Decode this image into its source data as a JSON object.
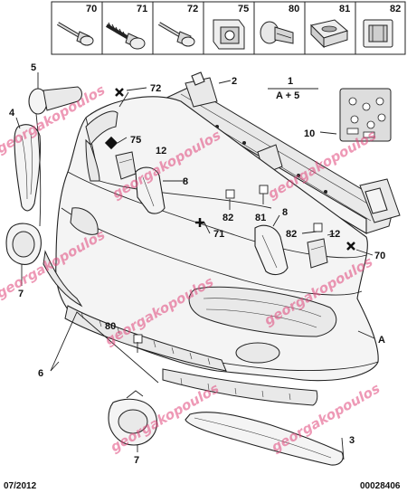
{
  "header_parts": [
    {
      "num": "70",
      "icon": "screw-icon"
    },
    {
      "num": "71",
      "icon": "self-tapping-screw-icon"
    },
    {
      "num": "72",
      "icon": "bolt-icon"
    },
    {
      "num": "75",
      "icon": "clip-nut-icon"
    },
    {
      "num": "80",
      "icon": "push-rivet-icon"
    },
    {
      "num": "81",
      "icon": "grommet-icon"
    },
    {
      "num": "82",
      "icon": "clip-icon"
    }
  ],
  "callouts": {
    "c1": "1",
    "c1_formula": "A + 5",
    "c2": "2",
    "c3": "3",
    "c4": "4",
    "c5": "5",
    "c6": "6",
    "c7a": "7",
    "c7b": "7",
    "c8a": "8",
    "c8b": "8",
    "c10": "10",
    "c12a": "12",
    "c12b": "12",
    "c70": "70",
    "c71": "71",
    "c72": "72",
    "c75": "75",
    "c80": "80",
    "c81": "81",
    "c82a": "82",
    "c82b": "82",
    "cA": "A"
  },
  "footer": {
    "date": "07/2012",
    "ref": "00028406"
  },
  "watermark": "georgakopoulos",
  "colors": {
    "watermark": "#e0457a",
    "line": "#222222"
  }
}
